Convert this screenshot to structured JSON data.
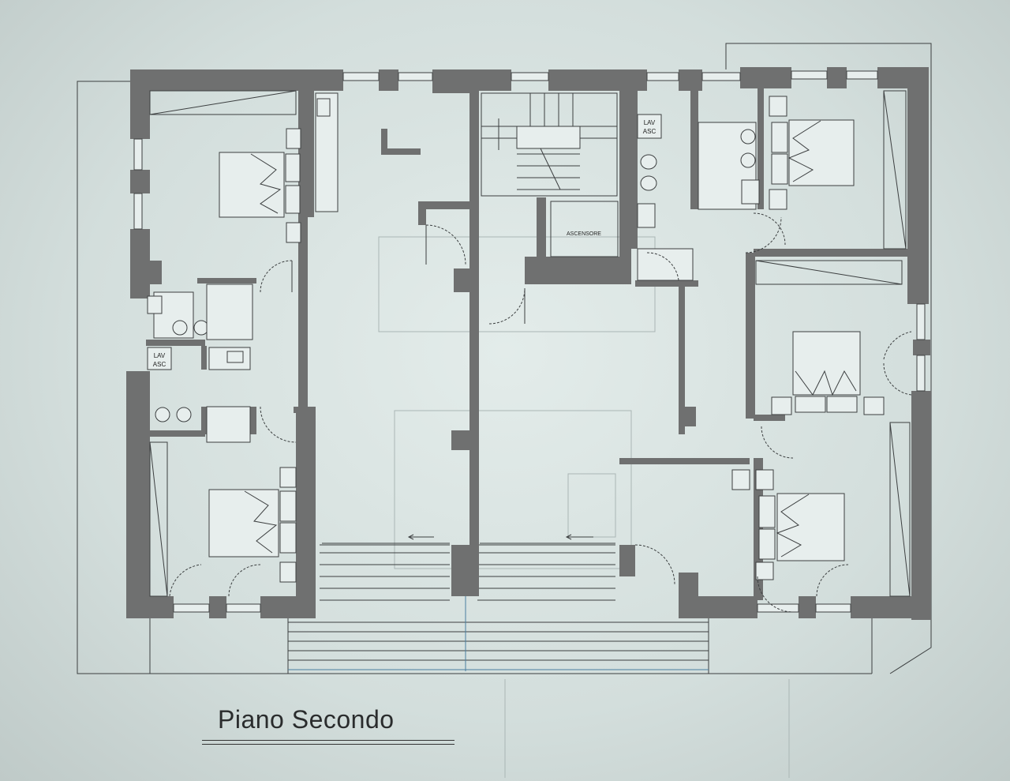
{
  "title": "Piano Secondo",
  "labels": {
    "lav_asc_top": [
      "LAV",
      "ASC"
    ],
    "lav_asc_left": [
      "LAV",
      "ASC"
    ],
    "ascensore": "ASCENSORE"
  },
  "colors": {
    "paper": "#dfe8e6",
    "walls": "#6f7070",
    "lines": "#3c3f40"
  }
}
